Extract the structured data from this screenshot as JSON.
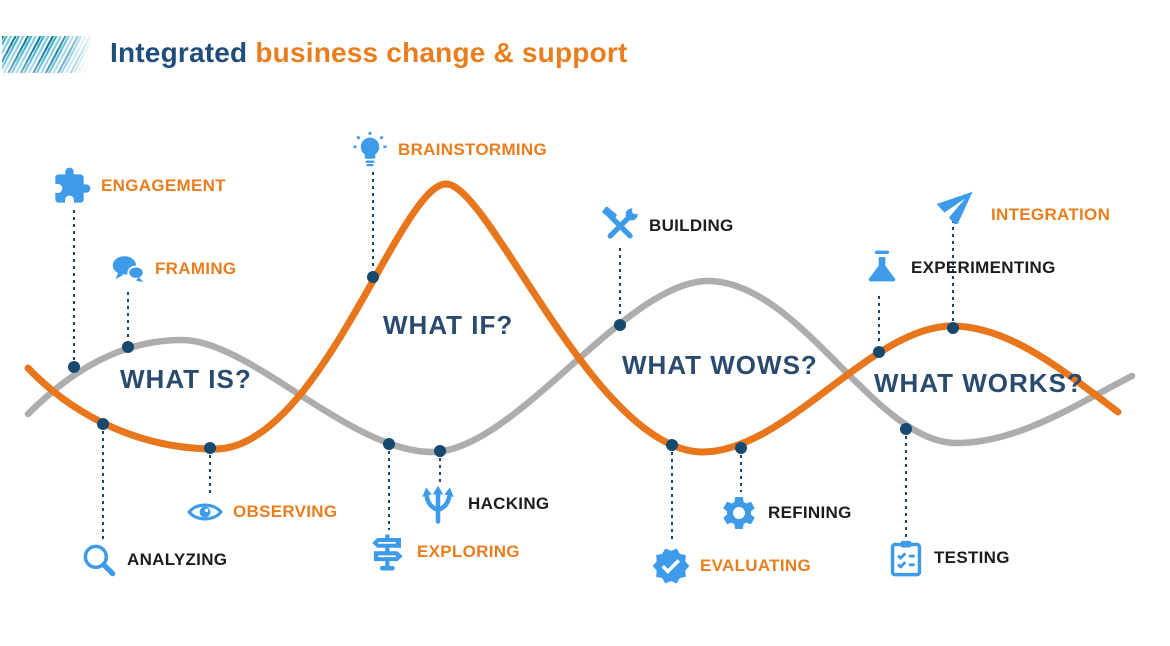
{
  "title": {
    "part1": "Integrated",
    "part2": "business change & support"
  },
  "colors": {
    "title_navy": "#1f4d7c",
    "orange": "#e87e1e",
    "curve_orange": "#e8761d",
    "curve_gray": "#adadad",
    "phase_navy": "#2a4a6e",
    "icon_blue": "#3d9be9",
    "dot_navy": "#17496e",
    "dark_label": "#1c1c1c"
  },
  "phases": [
    {
      "label": "WHAT IS?"
    },
    {
      "label": "WHAT IF?"
    },
    {
      "label": "WHAT WOWS?"
    },
    {
      "label": "WHAT WORKS?"
    }
  ],
  "activities": [
    {
      "label": "ENGAGEMENT",
      "icon": "puzzle-icon",
      "accent": "orange"
    },
    {
      "label": "FRAMING",
      "icon": "speech-bubbles-icon",
      "accent": "orange"
    },
    {
      "label": "BRAINSTORMING",
      "icon": "lightbulb-icon",
      "accent": "orange"
    },
    {
      "label": "BUILDING",
      "icon": "tools-icon",
      "accent": "dark"
    },
    {
      "label": "INTEGRATION",
      "icon": "paper-plane-icon",
      "accent": "orange"
    },
    {
      "label": "EXPERIMENTING",
      "icon": "flask-icon",
      "accent": "dark"
    },
    {
      "label": "OBSERVING",
      "icon": "eye-icon",
      "accent": "orange"
    },
    {
      "label": "ANALYZING",
      "icon": "magnifier-icon",
      "accent": "dark"
    },
    {
      "label": "HACKING",
      "icon": "branching-arrows-icon",
      "accent": "dark"
    },
    {
      "label": "EXPLORING",
      "icon": "signpost-icon",
      "accent": "orange"
    },
    {
      "label": "REFINING",
      "icon": "gear-icon",
      "accent": "dark"
    },
    {
      "label": "EVALUATING",
      "icon": "check-badge-icon",
      "accent": "orange"
    },
    {
      "label": "TESTING",
      "icon": "clipboard-icon",
      "accent": "dark"
    }
  ]
}
